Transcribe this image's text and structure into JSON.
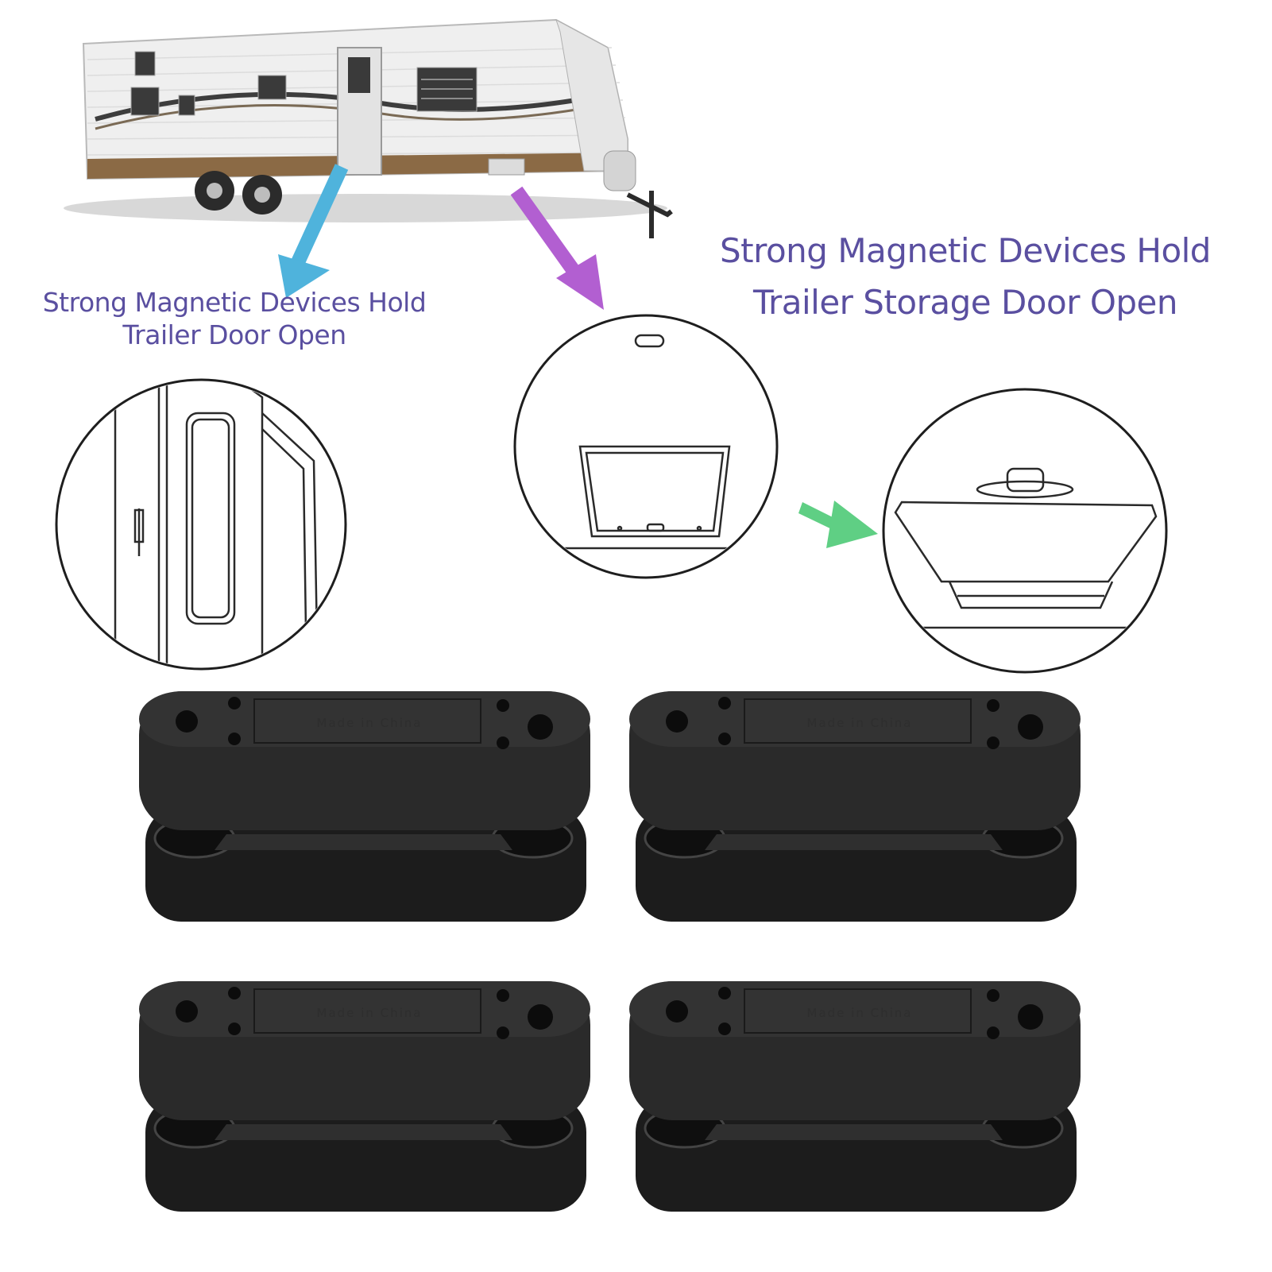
{
  "captions": {
    "trailer_door": {
      "line1": "Strong Magnetic Devices Hold",
      "line2": "Trailer Door Open"
    },
    "storage_door": {
      "line1": "Strong Magnetic Devices Hold",
      "line2": "Trailer Storage Door Open"
    }
  },
  "magnet_label": "Made in China",
  "colors": {
    "caption_text": "#5a4fa0",
    "arrow_blue": "#4fb3dc",
    "arrow_purple": "#b25fd1",
    "arrow_green": "#5fcf84",
    "magnet_body": "#2a2a2a"
  }
}
